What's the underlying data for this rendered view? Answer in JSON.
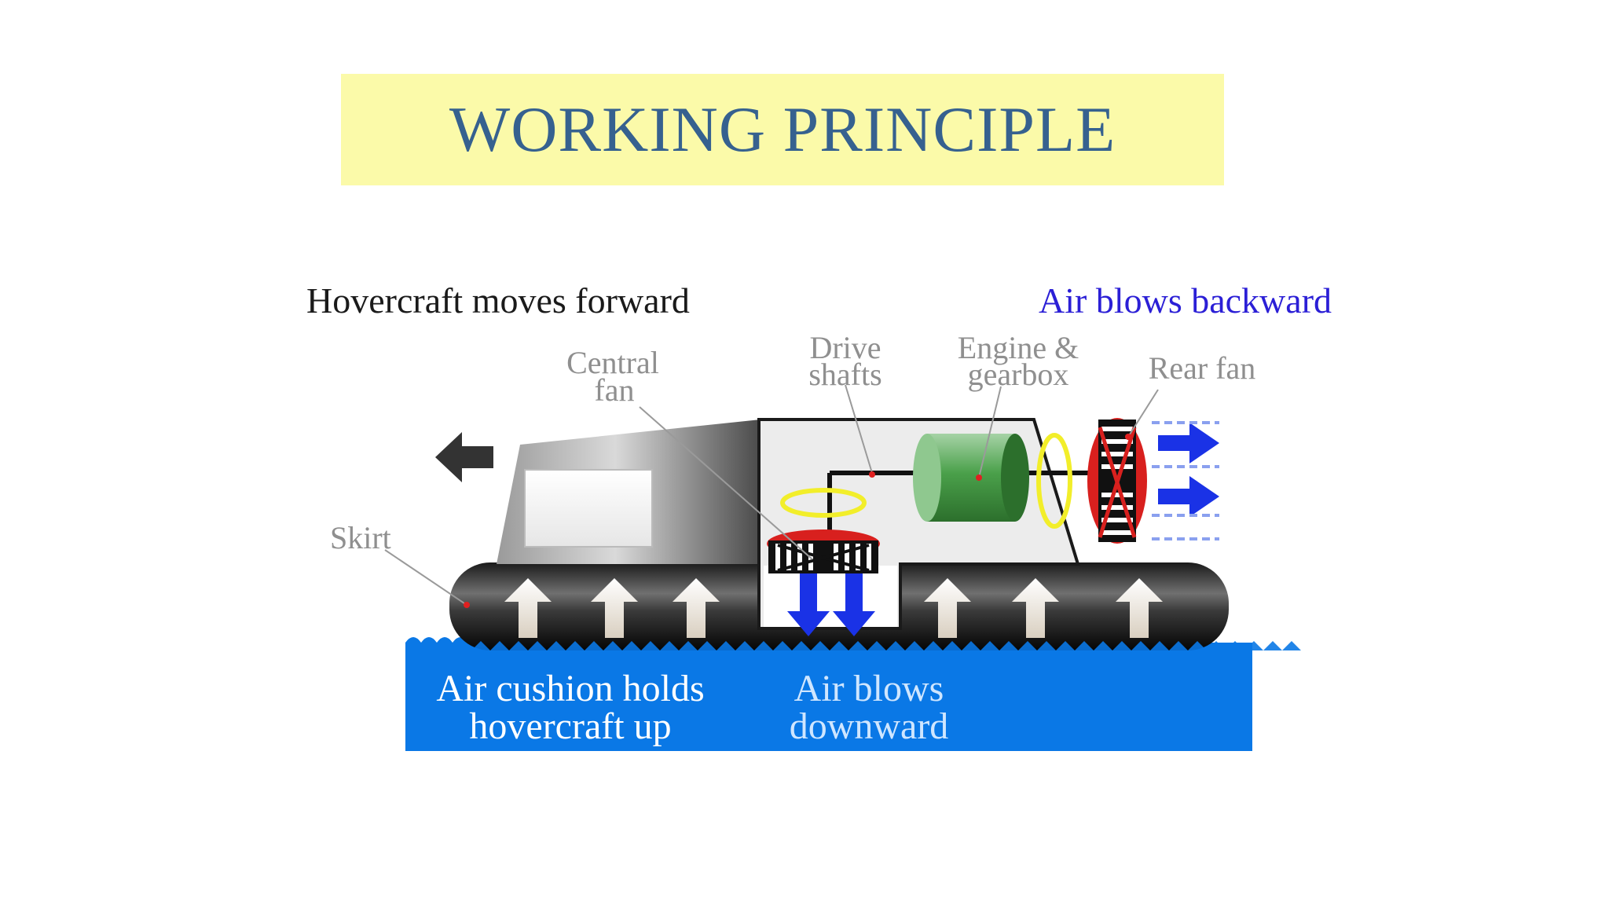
{
  "title": "WORKING PRINCIPLE",
  "labels": {
    "moves_forward": "Hovercraft moves forward",
    "air_backward": "Air blows backward",
    "central_fan_1": "Central",
    "central_fan_2": "fan",
    "drive_shafts_1": "Drive",
    "drive_shafts_2": "shafts",
    "engine_1": "Engine &",
    "engine_2": "gearbox",
    "rear_fan": "Rear fan",
    "skirt": "Skirt",
    "cushion_1": "Air cushion holds",
    "cushion_2": "hovercraft up",
    "downward_1": "Air blows",
    "downward_2": "downward"
  },
  "colors": {
    "title_bg": "#fbfaa9",
    "title_text": "#36618f",
    "water": "#0a78e6",
    "arrow_blue": "#1a32e6",
    "fan_red": "#d8201e",
    "engine_green": "#4aa04a",
    "ring_yellow": "#f2ee2a"
  }
}
